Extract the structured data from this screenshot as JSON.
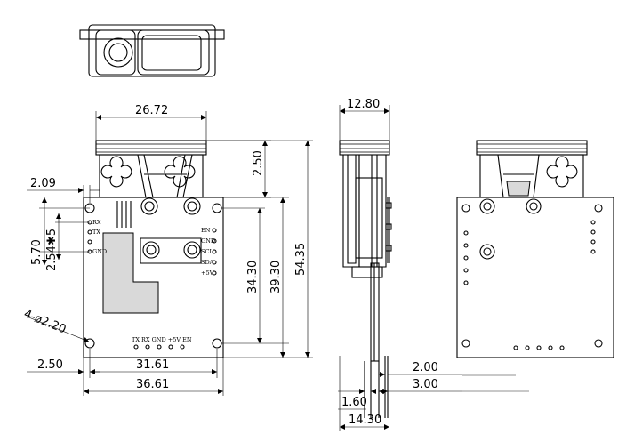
{
  "dimensions": {
    "top_width": "26.72",
    "side_width": "12.80",
    "left_offset": "2.09",
    "top_margin": "2.50",
    "pin_span": "5.70",
    "pin_pitch": "2.54✱5",
    "hole_dia": "4-ø2.20",
    "inner_height": "34.30",
    "hole_spacing_v": "39.30",
    "total_height": "54.35",
    "edge_offset": "2.50",
    "hole_spacing_h": "31.61",
    "board_width": "36.61",
    "pcb_thickness": "2.00",
    "pin_length": "3.00",
    "board_offset": "1.60",
    "total_depth": "14.30"
  },
  "pins_left": [
    "RX",
    "TX",
    "",
    "GND"
  ],
  "pins_right": [
    "EN",
    "GND",
    "SCL",
    "SDA",
    "+5V"
  ],
  "pins_bottom": "TX  RX GND +5V EN"
}
